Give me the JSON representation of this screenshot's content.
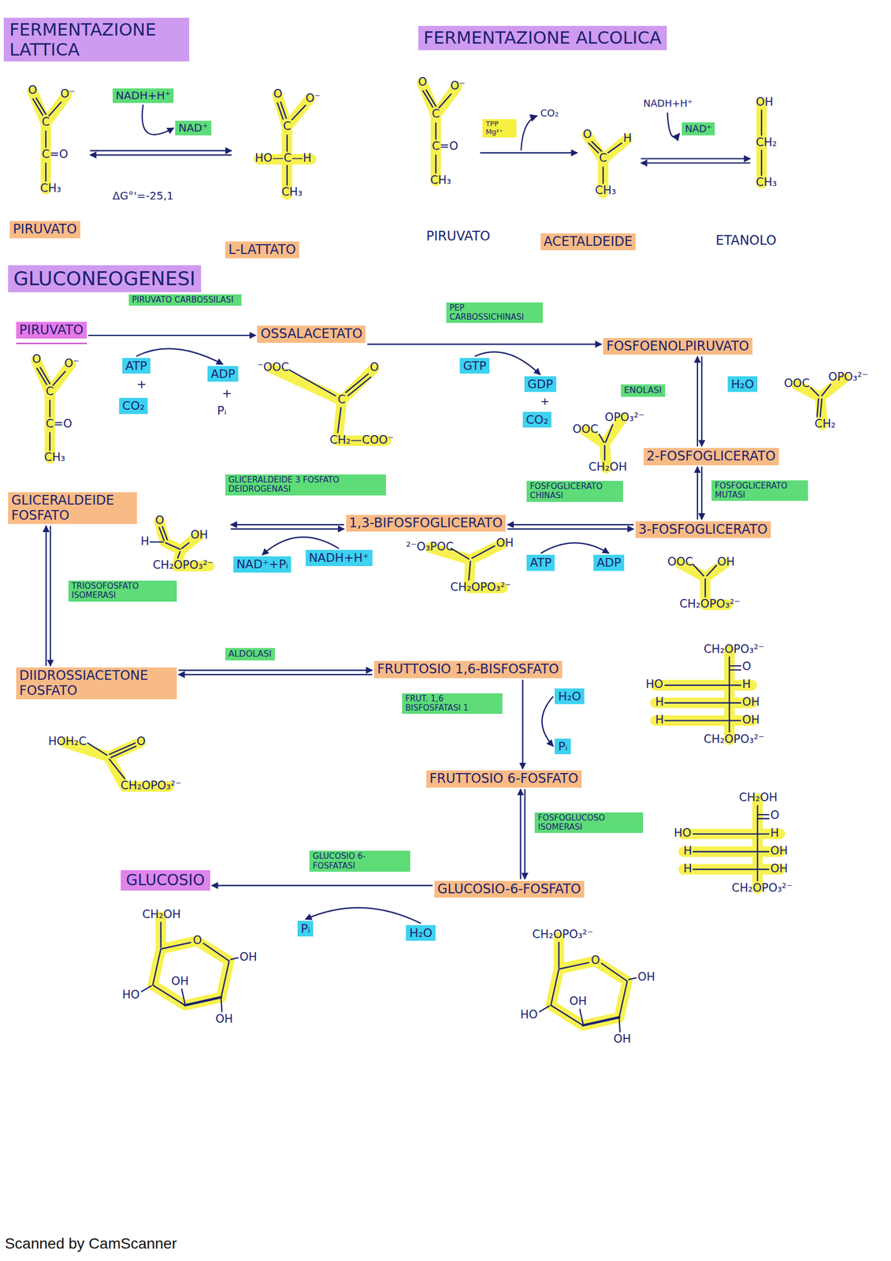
{
  "diagram": {
    "nodes": [
      {
        "text": [
          "FERMENTAZIONE LATTICA"
        ]
      },
      {
        "text": [
          "FERMENTAZIONE ALCOLICA"
        ]
      },
      {
        "text": [
          "O",
          "O⁻",
          "C",
          "C=O",
          "CH₃"
        ]
      },
      {
        "text": [
          "NADH+H⁺"
        ]
      },
      {
        "text": [
          "NAD⁺"
        ]
      },
      {
        "text": [
          "O",
          "O⁻",
          "C",
          "HO—C—H",
          "CH₃"
        ]
      },
      {
        "text": [
          "PIRUVATO"
        ]
      },
      {
        "text": [
          "L-LATTATO"
        ]
      },
      {
        "text": [
          "O",
          "O⁻",
          "C",
          "C=O",
          "CH₃"
        ]
      },
      {
        "text": [
          "TPP Mg²⁺"
        ]
      },
      {
        "text": [
          "O",
          "C",
          "H",
          "CH₃"
        ]
      },
      {
        "text": [
          "NAD⁺"
        ]
      },
      {
        "text": [
          "OH",
          "CH₂",
          "CH₃"
        ]
      },
      {
        "text": [
          "ACETALDEIDE"
        ]
      },
      {
        "text": [
          "GLUCONEOGENESI"
        ]
      },
      {
        "text": [
          "PIRUVATO"
        ]
      },
      {
        "text": [
          "PIRUVATO CARBOSSILASI"
        ]
      },
      {
        "text": [
          "OSSALACETATO"
        ]
      },
      {
        "text": [
          "PEP CARBOSSICHINASI"
        ]
      },
      {
        "text": [
          "FOSFOENOLPIRUVATO"
        ]
      },
      {
        "text": [
          "O",
          "O⁻",
          "C",
          "C=O",
          "CH₃"
        ]
      },
      {
        "text": [
          "ATP"
        ]
      },
      {
        "text": [
          "CO₂"
        ]
      },
      {
        "text": [
          "ADP"
        ]
      },
      {
        "text": [
          "⁻OOC",
          "C",
          "O",
          "CH₂—COO⁻"
        ]
      },
      {
        "text": [
          "GTP"
        ]
      },
      {
        "text": [
          "GDP"
        ]
      },
      {
        "text": [
          "CO₂"
        ]
      },
      {
        "text": [
          "ENOLASI"
        ]
      },
      {
        "text": [
          "H₂O"
        ]
      },
      {
        "text": [
          "OOC",
          "OPO₃²⁻",
          "CH₂"
        ]
      },
      {
        "text": [
          "OOC",
          "OPO₃²⁻",
          "CH₂OH"
        ]
      },
      {
        "text": [
          "2-FOSFOGLICERATO"
        ]
      },
      {
        "text": [
          "FOSFOGLICERATO MUTASI"
        ]
      },
      {
        "text": [
          "GLICERALDEIDE FOSFATO"
        ]
      },
      {
        "text": [
          "O",
          "H",
          "OH",
          "CH₂OPO₃²⁻"
        ]
      },
      {
        "text": [
          "GLICERALDEIDE 3 FOSFATO DEIDROGENASI"
        ]
      },
      {
        "text": [
          "1,3-BIFOSFOGLICERATO"
        ]
      },
      {
        "text": [
          "FOSFOGLICERATO CHINASI"
        ]
      },
      {
        "text": [
          "3-FOSFOGLICERATO"
        ]
      },
      {
        "text": [
          "NAD⁺+Pᵢ"
        ]
      },
      {
        "text": [
          "NADH+H⁺"
        ]
      },
      {
        "text": [
          "²⁻O₃POC",
          "OH",
          "CH₂OPO₃²⁻"
        ]
      },
      {
        "text": [
          "ATP"
        ]
      },
      {
        "text": [
          "ADP"
        ]
      },
      {
        "text": [
          "OOC",
          "OH",
          "CH₂OPO₃²⁻"
        ]
      },
      {
        "text": [
          "TRIOSOFOSFATO ISOMERASI"
        ]
      },
      {
        "text": [
          "DIIDROSSIACETONE FOSFATO"
        ]
      },
      {
        "text": [
          "ALDOLASI"
        ]
      },
      {
        "text": [
          "FRUTTOSIO 1,6-BISFOSFATO"
        ]
      },
      {
        "text": [
          "CH₂OPO₃²⁻",
          "O",
          "HO",
          "H",
          "H",
          "OH",
          "H",
          "OH",
          "CH₂OPO₃²⁻"
        ]
      },
      {
        "text": [
          "FRUT. 1,6 BISFOSFATASI 1"
        ]
      },
      {
        "text": [
          "H₂O"
        ]
      },
      {
        "text": [
          "Pᵢ"
        ]
      },
      {
        "text": [
          "HOH₂C",
          "O",
          "CH₂OPO₃²⁻"
        ]
      },
      {
        "text": [
          "FRUTTOSIO 6-FOSFATO"
        ]
      },
      {
        "text": [
          "FOSFOGLUCOSO ISOMERASI"
        ]
      },
      {
        "text": [
          "CH₂OH",
          "O",
          "HO",
          "H",
          "H",
          "OH",
          "H",
          "OH",
          "CH₂OPO₃²⁻"
        ]
      },
      {
        "text": [
          "GLUCOSIO"
        ]
      },
      {
        "text": [
          "GLUCOSIO 6-FOSFATASI"
        ]
      },
      {
        "text": [
          "GLUCOSIO-6-FOSFATO"
        ]
      },
      {
        "text": [
          "CH₂OH",
          "O",
          "OH",
          "OH",
          "HO",
          "OH"
        ]
      },
      {
        "text": [
          "Pᵢ"
        ]
      },
      {
        "text": [
          "H₂O"
        ]
      },
      {
        "text": [
          "CH₂OPO₃²⁻",
          "O",
          "OH",
          "OH",
          "HO",
          "OH"
        ]
      }
    ],
    "edges": [
      {
        "from": 2,
        "to": 5,
        "arrow": "both"
      },
      {
        "from": 3,
        "to": 4,
        "arrow": "to"
      },
      {
        "from": 8,
        "to": 10,
        "arrow": "to"
      },
      {
        "from": 10,
        "to": 12,
        "arrow": "both"
      },
      {
        "from": 15,
        "to": 17,
        "arrow": "to"
      },
      {
        "from": 17,
        "to": 19,
        "arrow": "to"
      },
      {
        "from": 21,
        "to": 23,
        "arrow": "to"
      },
      {
        "from": 25,
        "to": 26,
        "arrow": "to"
      },
      {
        "from": 19,
        "to": 32,
        "arrow": "both"
      },
      {
        "from": 32,
        "to": 39,
        "arrow": "both"
      },
      {
        "from": 39,
        "to": 37,
        "arrow": "both"
      },
      {
        "from": 37,
        "to": 35,
        "arrow": "both"
      },
      {
        "from": 41,
        "to": 40,
        "arrow": "to"
      },
      {
        "from": 43,
        "to": 44,
        "arrow": "to"
      },
      {
        "from": 34,
        "to": 47,
        "arrow": "both"
      },
      {
        "from": 47,
        "to": 49,
        "arrow": "both"
      },
      {
        "from": 49,
        "to": 55,
        "arrow": "to"
      },
      {
        "from": 52,
        "to": 53,
        "arrow": "to"
      },
      {
        "from": 55,
        "to": 60,
        "arrow": "both"
      },
      {
        "from": 60,
        "to": 58,
        "arrow": "to"
      },
      {
        "from": 63,
        "to": 62,
        "arrow": "to"
      }
    ],
    "labels": [
      "ΔG°'=-25,1",
      "NADH+H⁺",
      "CO₂",
      "PIRUVATO",
      "ETANOLO",
      "+",
      "+",
      "Pᵢ",
      "+",
      "Scanned by CamScanner"
    ]
  }
}
